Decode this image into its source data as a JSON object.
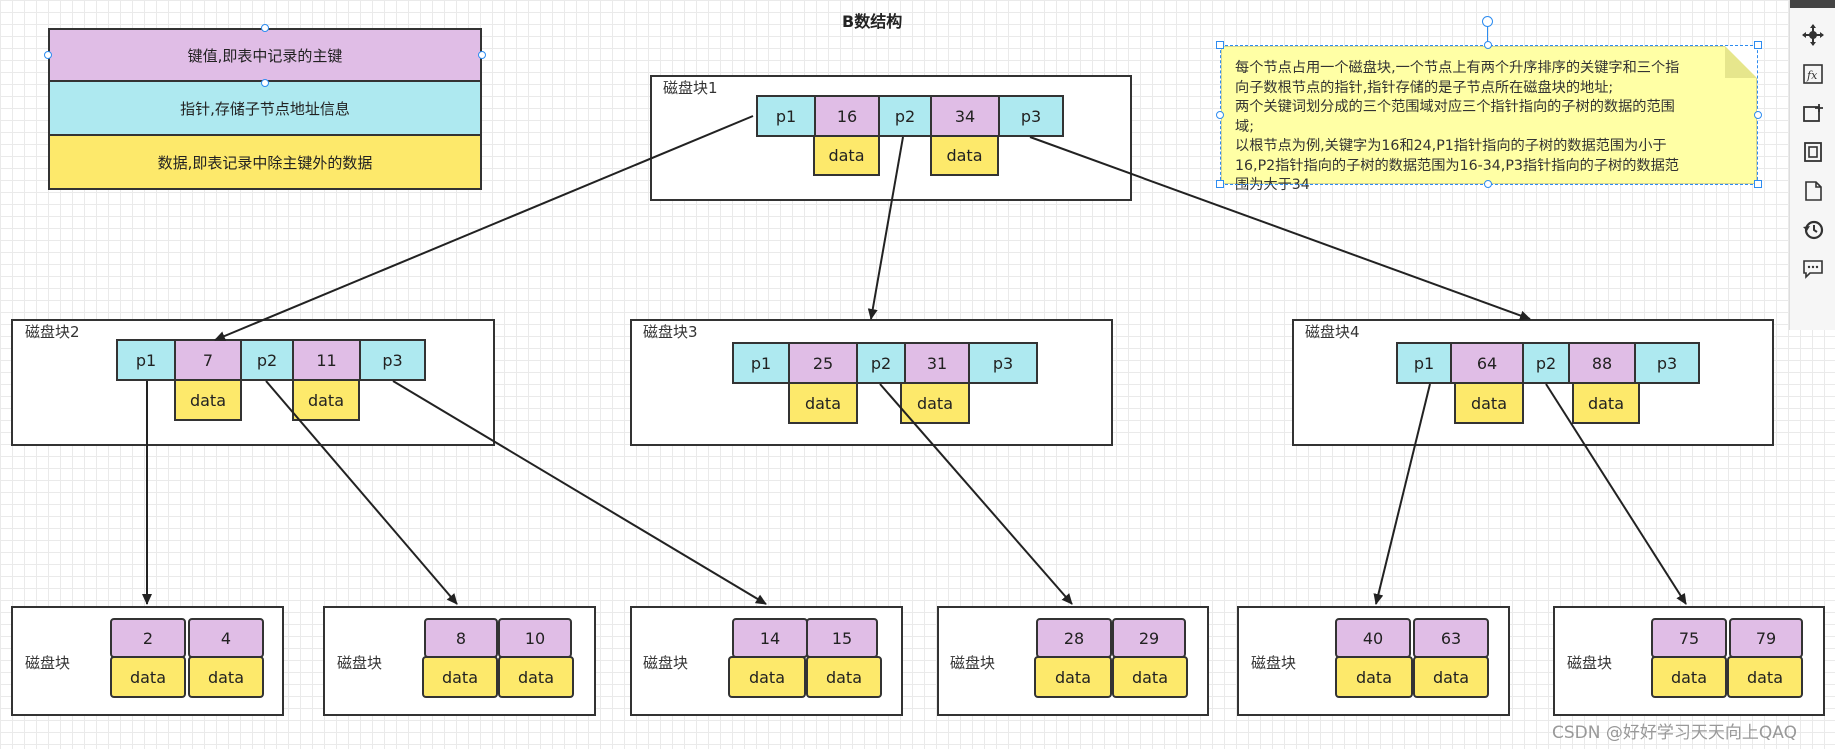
{
  "title": "B数结构",
  "legend": {
    "key": "键值,即表中记录的主键",
    "pointer": "指针,存储子节点地址信息",
    "data": "数据,即表记录中除主键外的数据"
  },
  "note_lines": [
    "每个节点占用一个磁盘块,一个节点上有两个升序排序的关键字和三个指",
    "向子数根节点的指针,指针存储的是子节点所在磁盘块的地址;",
    "两个关键词划分成的三个范围域对应三个指针指向的子树的数据的范围",
    "域;",
    "以根节点为例,关键字为16和24,P1指针指向的子树的数据范围为小于",
    "16,P2指针指向的子树的数据范围为16-34,P3指针指向的子树的数据范",
    "围为大于34"
  ],
  "labels": {
    "p1": "p1",
    "p2": "p2",
    "p3": "p3",
    "data": "data"
  },
  "nodes": {
    "root": {
      "label": "磁盘块1",
      "k1": "16",
      "k2": "34"
    },
    "n2": {
      "label": "磁盘块2",
      "k1": "7",
      "k2": "11"
    },
    "n3": {
      "label": "磁盘块3",
      "k1": "25",
      "k2": "31"
    },
    "n4": {
      "label": "磁盘块4",
      "k1": "64",
      "k2": "88"
    }
  },
  "leaves": [
    {
      "label": "磁盘块",
      "k1": "2",
      "k2": "4"
    },
    {
      "label": "磁盘块",
      "k1": "8",
      "k2": "10"
    },
    {
      "label": "磁盘块",
      "k1": "14",
      "k2": "15"
    },
    {
      "label": "磁盘块",
      "k1": "28",
      "k2": "29"
    },
    {
      "label": "磁盘块",
      "k1": "40",
      "k2": "63"
    },
    {
      "label": "磁盘块",
      "k1": "75",
      "k2": "79"
    }
  ],
  "toolbar": [
    "navigate-icon",
    "formula-icon",
    "insert-icon",
    "pages-icon",
    "document-icon",
    "history-icon",
    "comment-icon"
  ],
  "watermark": "CSDN @好好学习天天向上QAQ"
}
